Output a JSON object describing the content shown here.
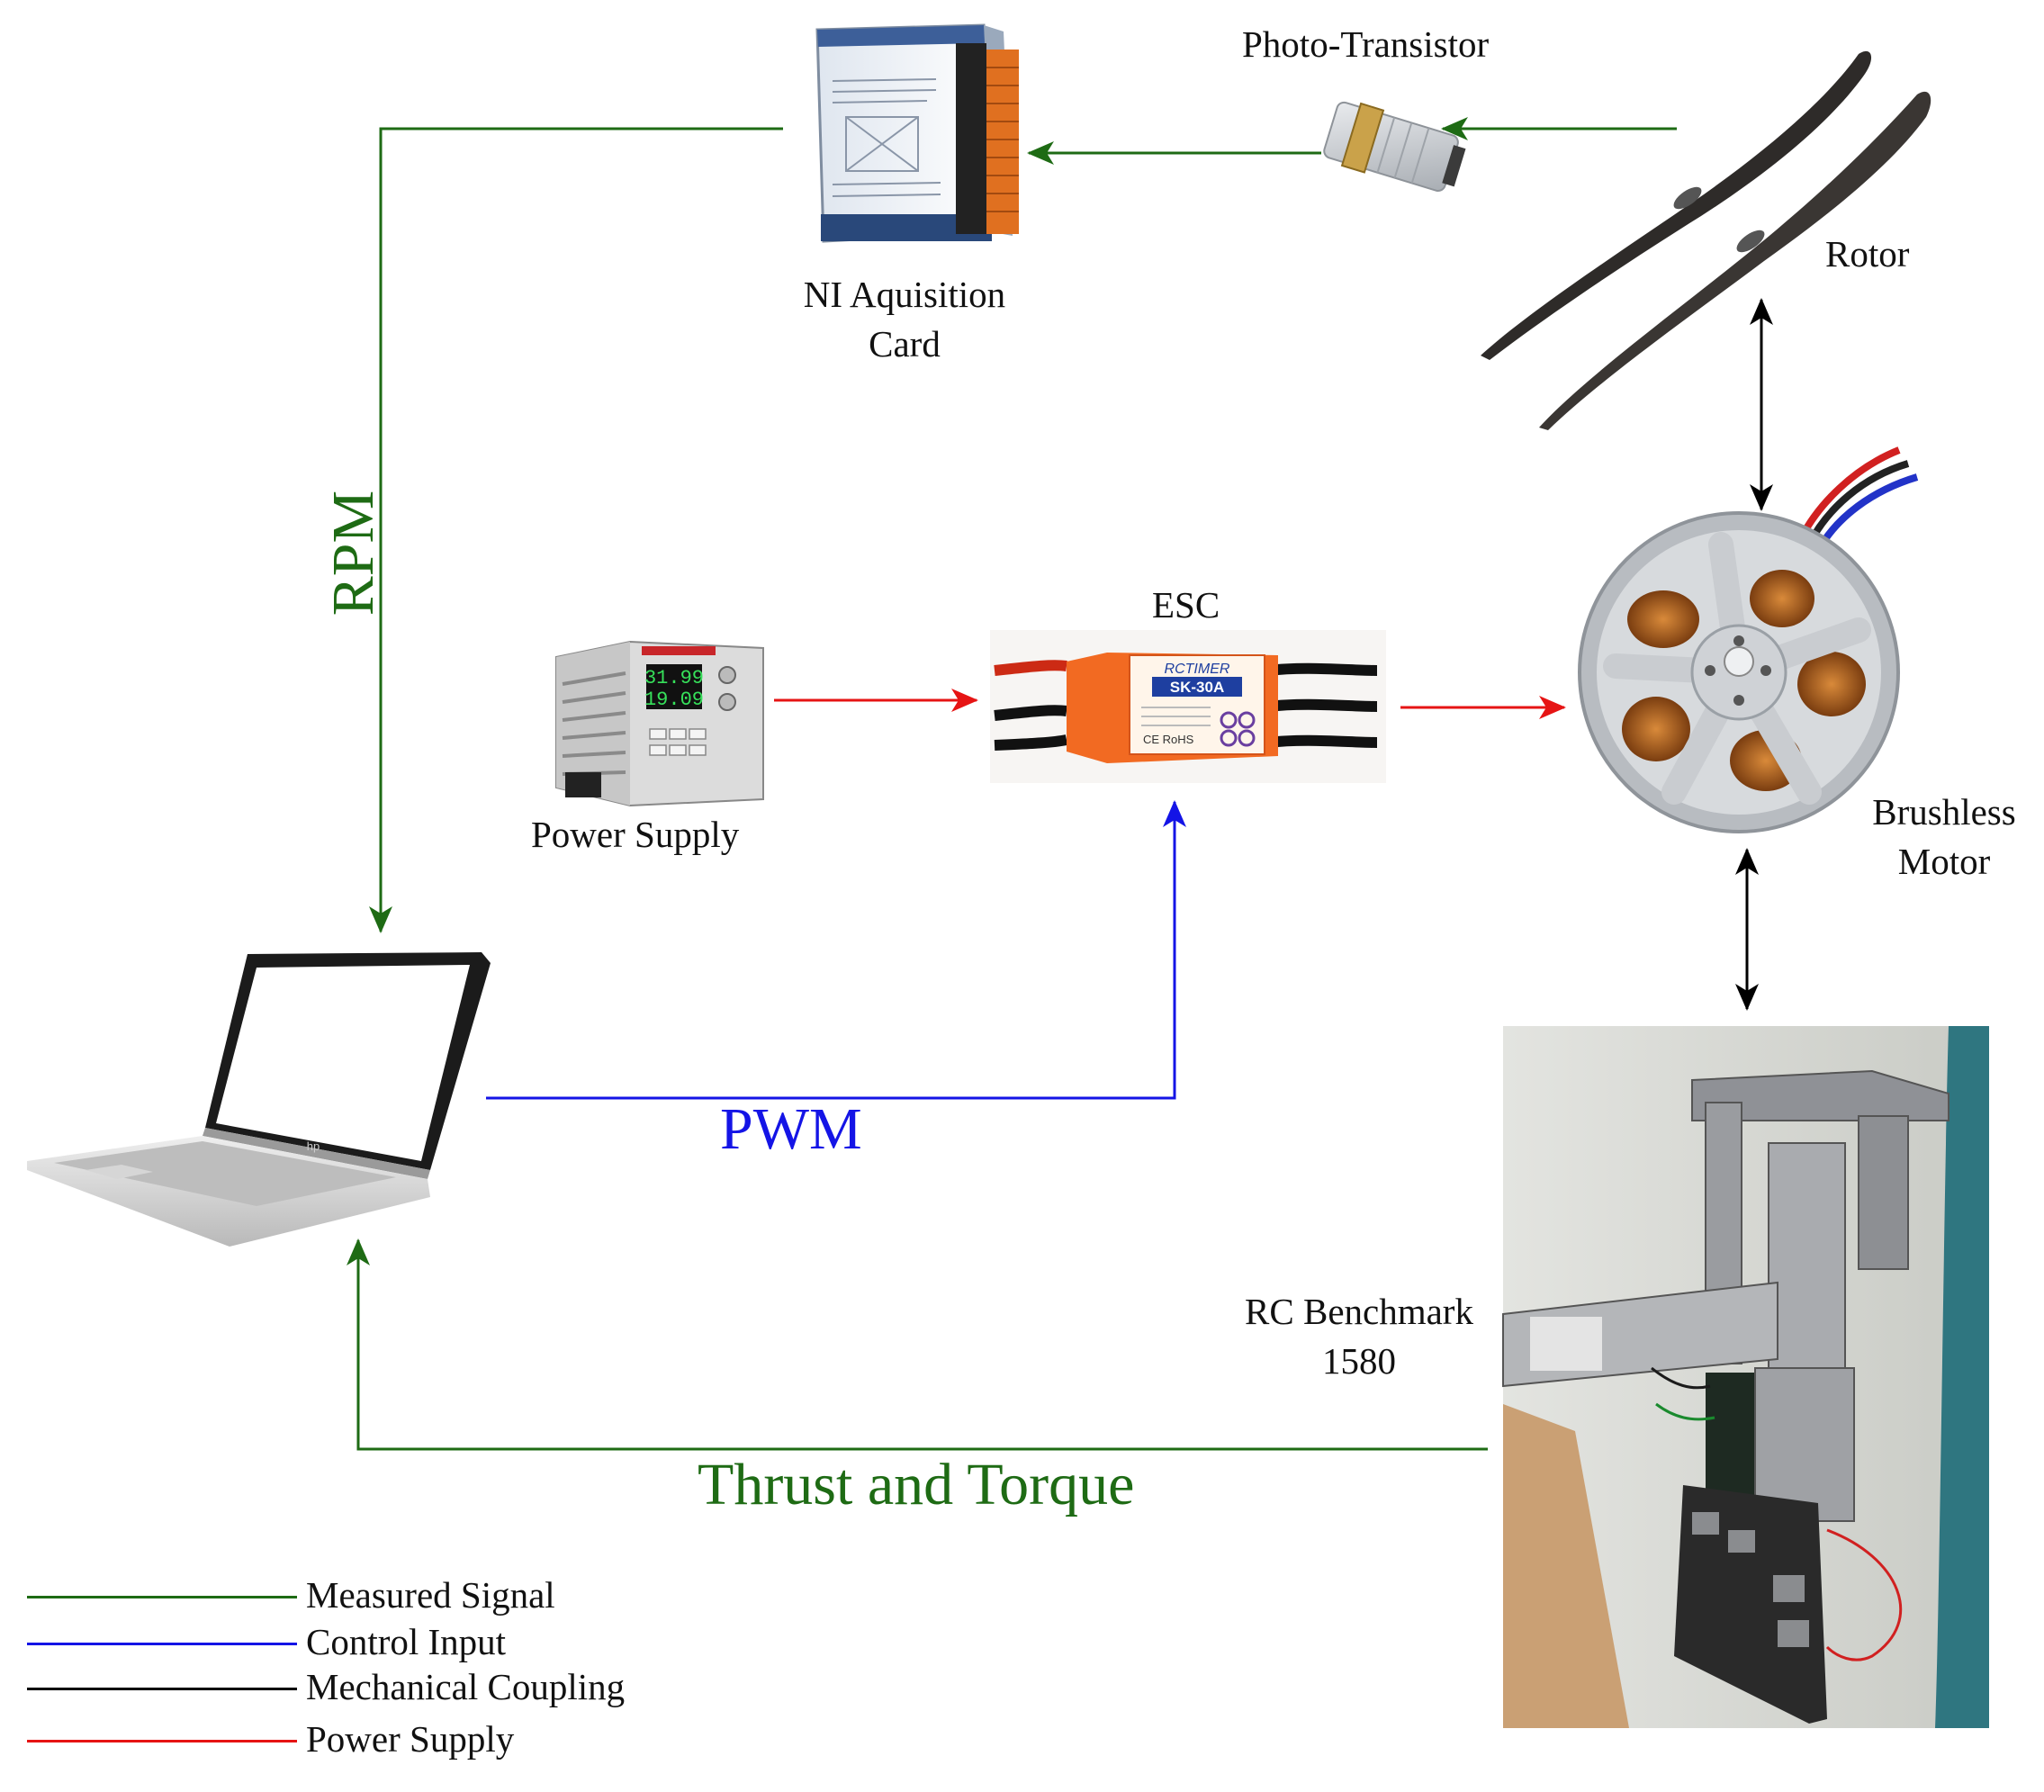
{
  "colors": {
    "measured": "#1e6b14",
    "control": "#1414e6",
    "mechanical": "#000000",
    "power": "#e61414"
  },
  "components": {
    "ni_card": {
      "label_line1": "NI Aquisition",
      "label_line2": "Card"
    },
    "photo_transistor": {
      "label": "Photo-Transistor"
    },
    "rotor": {
      "label": "Rotor"
    },
    "esc": {
      "label": "ESC",
      "brand": "RCTIMER",
      "model": "SK-30A",
      "mark": "CE RoHS"
    },
    "power_supply": {
      "label": "Power Supply",
      "display_top": "31.99",
      "display_bottom": "19.09"
    },
    "motor": {
      "label_line1": "Brushless",
      "label_line2": "Motor"
    },
    "benchmark": {
      "label_line1": "RC Benchmark",
      "label_line2": "1580"
    },
    "laptop": {
      "brand": "hp"
    }
  },
  "signals": {
    "rpm": "RPM",
    "pwm": "PWM",
    "thrust": "Thrust and Torque"
  },
  "legend": [
    {
      "label": "Measured Signal",
      "color_key": "measured"
    },
    {
      "label": "Control Input",
      "color_key": "control"
    },
    {
      "label": "Mechanical Coupling",
      "color_key": "mechanical"
    },
    {
      "label": "Power Supply",
      "color_key": "power"
    }
  ]
}
